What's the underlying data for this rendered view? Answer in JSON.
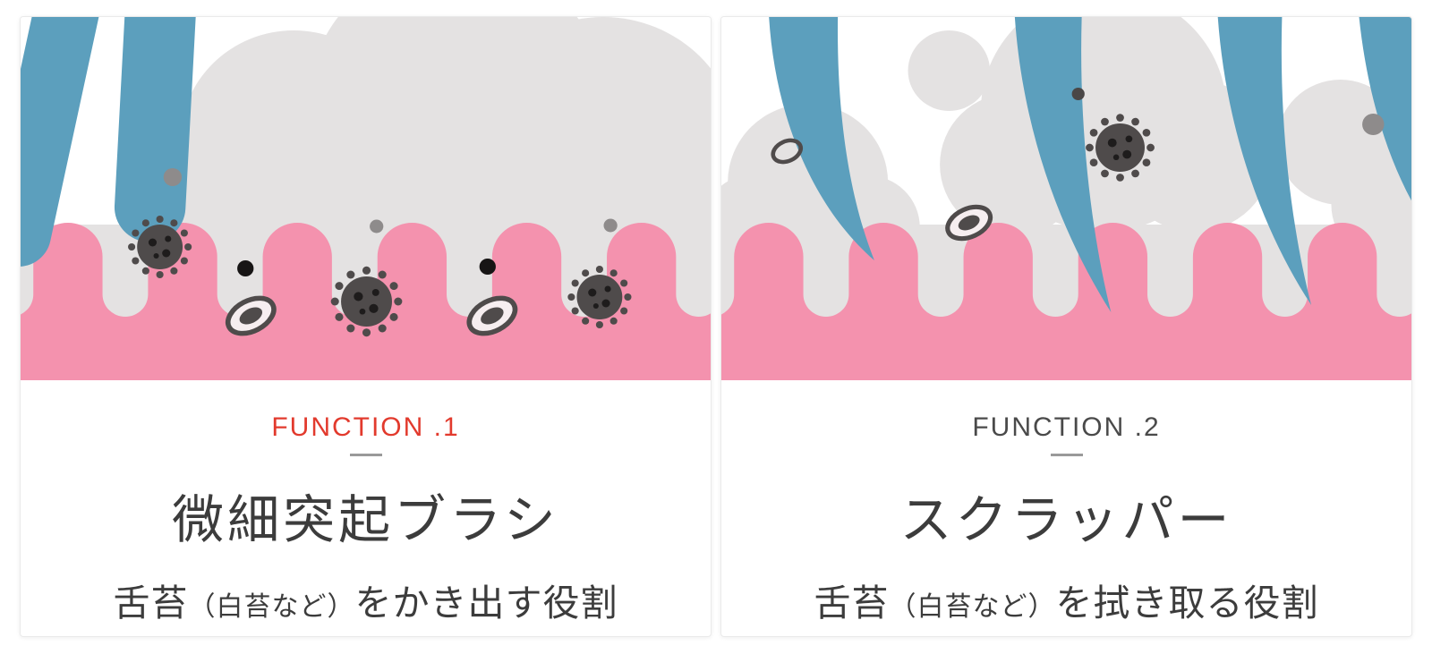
{
  "colors": {
    "pink": "#F492AE",
    "coating": "#E4E2E2",
    "blue": "#5C9FBD",
    "germ": "#4F4B4B",
    "dot-gray": "#8E8B8B",
    "accent-red": "#E23A2D",
    "label-gray": "#4A4A4A",
    "text-dark": "#3C3C3C",
    "divider": "#9A9A9A",
    "card-border": "#EAEAEA"
  },
  "cards": [
    {
      "label": "FUNCTION .1",
      "title": "微細突起ブラシ",
      "desc_pre": "舌苔",
      "desc_paren": "（白苔など）",
      "desc_post": "をかき出す役割",
      "label_color": "#E23A2D",
      "illustration_name": "fine-bristle-brush-scraping-tongue-coating-with-germs"
    },
    {
      "label": "FUNCTION .2",
      "title": "スクラッパー",
      "desc_pre": "舌苔",
      "desc_paren": "（白苔など）",
      "desc_post": "を拭き取る役割",
      "label_color": "#4A4A4A",
      "illustration_name": "scraper-blades-wiping-tongue-coating"
    }
  ]
}
